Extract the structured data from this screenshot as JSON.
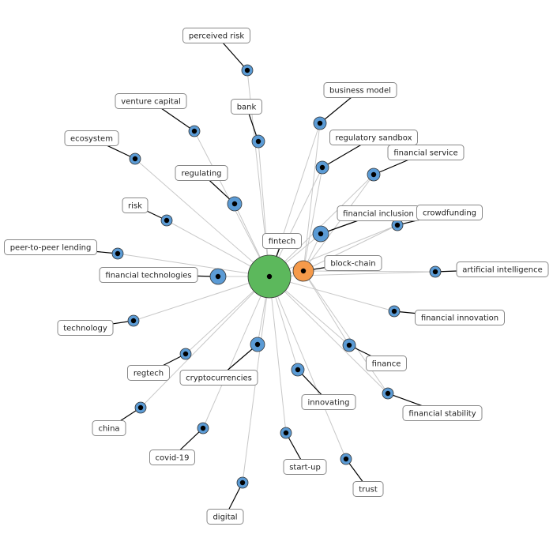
{
  "network": {
    "colors": {
      "hub": "#5cb85c",
      "secondary": "#f59a4a",
      "leaf": "#5b9bd5",
      "edge": "#c8c8c8",
      "edge_secondary": "#f6a06a"
    },
    "hub": {
      "id": "fintech",
      "label": "fintech"
    },
    "secondary": {
      "id": "block-chain",
      "label": "block-chain"
    },
    "nodes": [
      {
        "id": "perceived risk",
        "label": "perceived risk"
      },
      {
        "id": "bank",
        "label": "bank"
      },
      {
        "id": "business model",
        "label": "business model"
      },
      {
        "id": "venture capital",
        "label": "venture capital"
      },
      {
        "id": "regulatory sandbox",
        "label": "regulatory sandbox"
      },
      {
        "id": "ecosystem",
        "label": "ecosystem"
      },
      {
        "id": "financial service",
        "label": "financial service"
      },
      {
        "id": "regulating",
        "label": "regulating"
      },
      {
        "id": "risk",
        "label": "risk"
      },
      {
        "id": "financial inclusion",
        "label": "financial inclusion"
      },
      {
        "id": "crowdfunding",
        "label": "crowdfunding"
      },
      {
        "id": "peer-to-peer lending",
        "label": "peer-to-peer lending"
      },
      {
        "id": "financial technologies",
        "label": "financial technologies"
      },
      {
        "id": "artificial intelligence",
        "label": "artificial intelligence"
      },
      {
        "id": "financial innovation",
        "label": "financial innovation"
      },
      {
        "id": "technology",
        "label": "technology"
      },
      {
        "id": "finance",
        "label": "finance"
      },
      {
        "id": "regtech",
        "label": "regtech"
      },
      {
        "id": "cryptocurrencies",
        "label": "cryptocurrencies"
      },
      {
        "id": "innovating",
        "label": "innovating"
      },
      {
        "id": "financial stability",
        "label": "financial stability"
      },
      {
        "id": "china",
        "label": "china"
      },
      {
        "id": "covid-19",
        "label": "covid-19"
      },
      {
        "id": "start-up",
        "label": "start-up"
      },
      {
        "id": "trust",
        "label": "trust"
      },
      {
        "id": "digital",
        "label": "digital"
      }
    ]
  }
}
